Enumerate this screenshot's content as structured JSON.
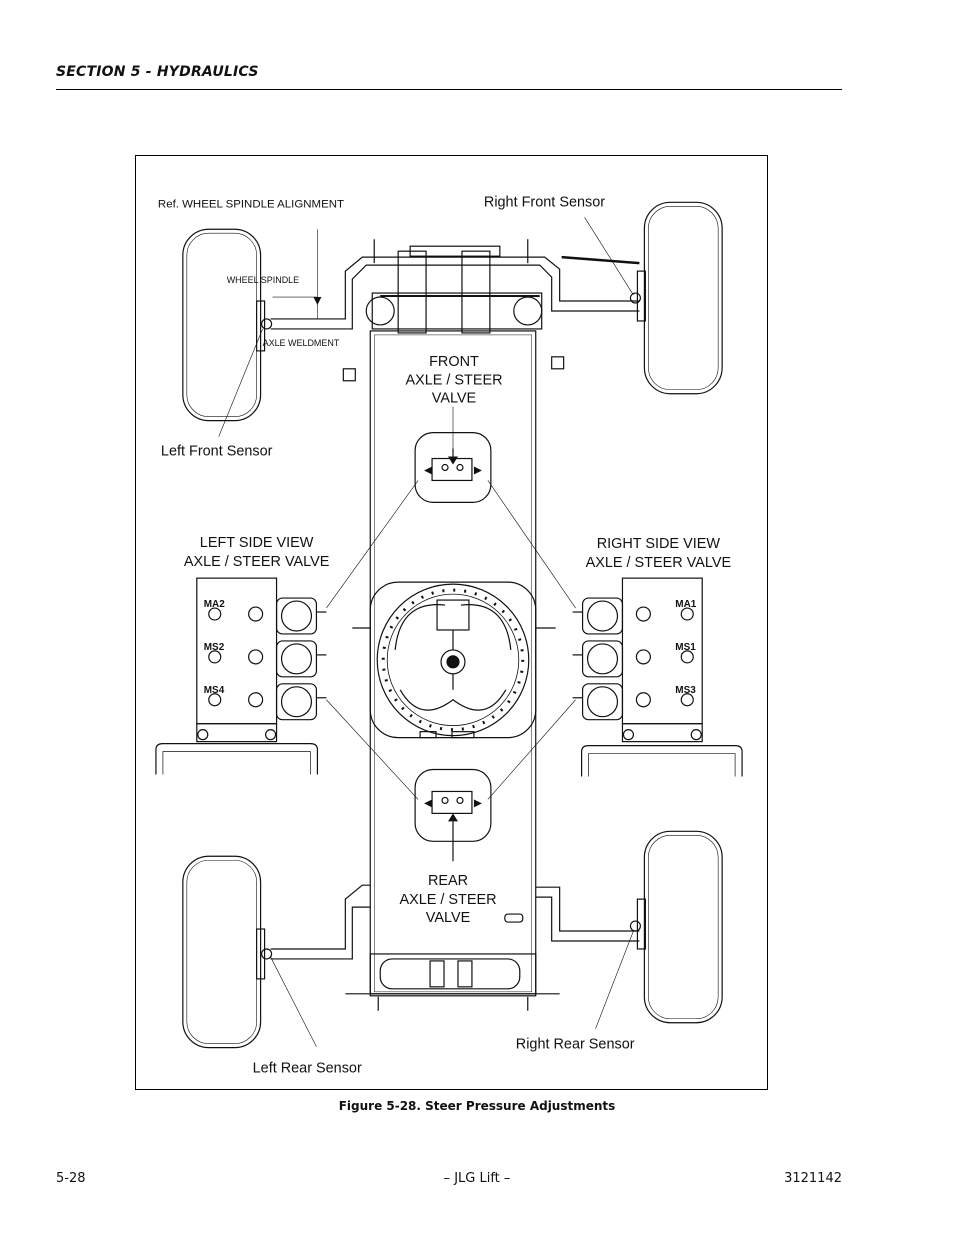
{
  "header": {
    "section_title": "SECTION 5 - HYDRAULICS"
  },
  "figure": {
    "labels": {
      "ref_wheel_spindle": "Ref. WHEEL SPINDLE ALIGNMENT",
      "wheel_spindle": "WHEEL SPINDLE",
      "axle_weldment": "AXLE WELDMENT",
      "right_front_sensor": "Right Front Sensor",
      "left_front_sensor": "Left Front Sensor",
      "front_valve_1": "FRONT",
      "front_valve_2": "AXLE / STEER",
      "front_valve_3": "VALVE",
      "left_view_1": "LEFT SIDE VIEW",
      "left_view_2": "AXLE / STEER VALVE",
      "right_view_1": "RIGHT  SIDE VIEW",
      "right_view_2": "AXLE / STEER VALVE",
      "rear_valve_1": "REAR",
      "rear_valve_2": "AXLE / STEER",
      "rear_valve_3": "VALVE",
      "right_rear_sensor": "Right Rear Sensor",
      "left_rear_sensor": "Left Rear Sensor"
    },
    "left_ports": [
      "MA2",
      "MS2",
      "MS4"
    ],
    "right_ports": [
      "MA1",
      "MS1",
      "MS3"
    ],
    "caption": "Figure 5-28.  Steer Pressure Adjustments"
  },
  "footer": {
    "page_number": "5-28",
    "center_text": "– JLG Lift –",
    "doc_number": "3121142"
  }
}
